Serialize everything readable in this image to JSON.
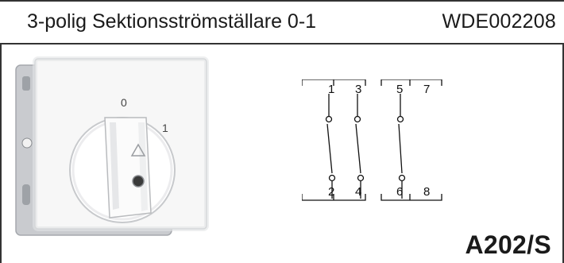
{
  "header": {
    "title": "3-polig Sektionsströmställare 0-1",
    "article_code": "WDE002208"
  },
  "illustration": {
    "dial_label_off": "0",
    "dial_label_on": "1"
  },
  "diagram": {
    "top_terminals": [
      "1",
      "3",
      "5",
      "7"
    ],
    "bottom_terminals": [
      "2",
      "4",
      "6",
      "8"
    ]
  },
  "model": "A202/S"
}
